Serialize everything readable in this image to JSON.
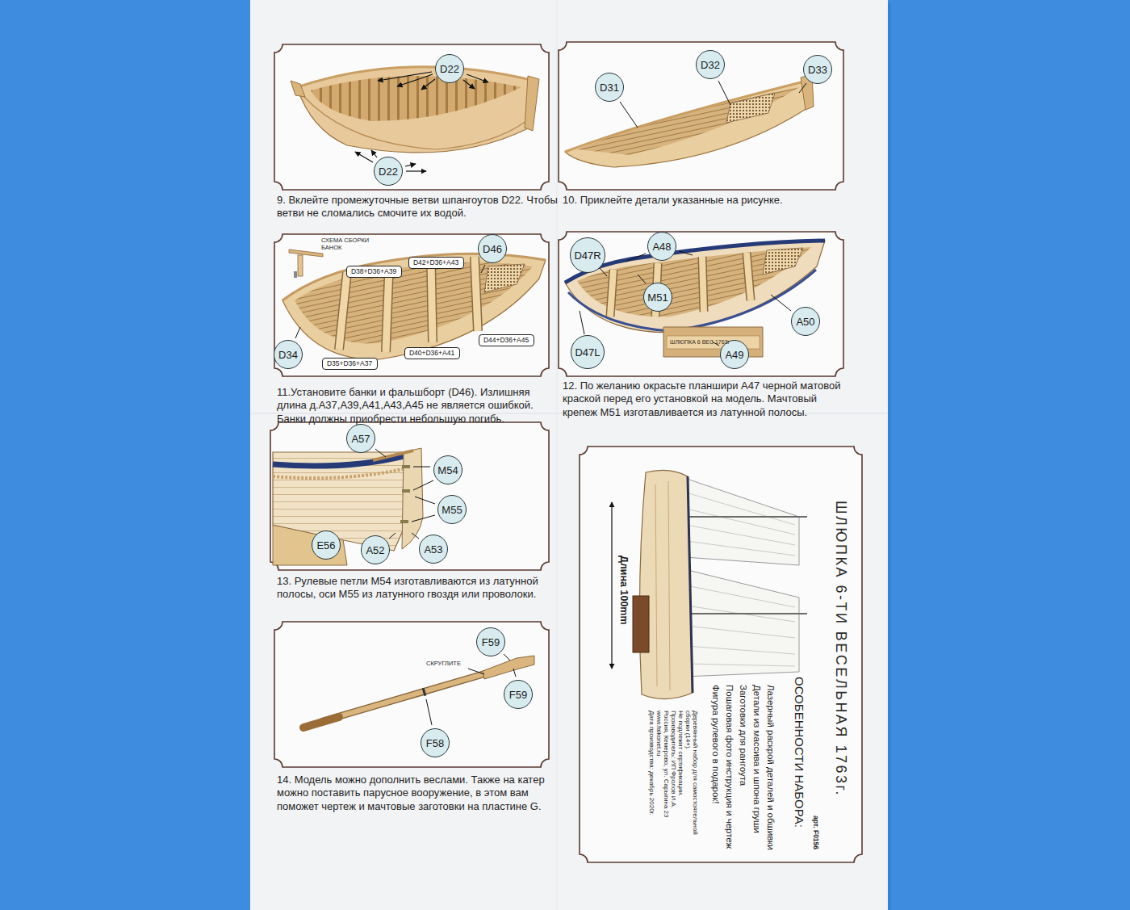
{
  "diagram": {
    "title": "ШЛЮПКА 6-ТИ ВЕСЕЛЬНАЯ 1763г.",
    "nodes": [
      {
        "text": [
          "D22"
        ]
      },
      {
        "text": [
          "D22"
        ]
      },
      {
        "text": [
          "D31"
        ]
      },
      {
        "text": [
          "D32"
        ]
      },
      {
        "text": [
          "D33"
        ]
      },
      {
        "text": [
          "D46"
        ]
      },
      {
        "text": [
          "D38+D36+A39"
        ]
      },
      {
        "text": [
          "D42+D36+A43"
        ]
      },
      {
        "text": [
          "D34"
        ]
      },
      {
        "text": [
          "D35+D36+A37"
        ]
      },
      {
        "text": [
          "D40+D36+A41"
        ]
      },
      {
        "text": [
          "D44+D36+A45"
        ]
      },
      {
        "text": [
          "D47R"
        ]
      },
      {
        "text": [
          "A48"
        ]
      },
      {
        "text": [
          "M51"
        ]
      },
      {
        "text": [
          "A50"
        ]
      },
      {
        "text": [
          "D47L"
        ]
      },
      {
        "text": [
          "A49"
        ]
      },
      {
        "text": [
          "A57"
        ]
      },
      {
        "text": [
          "M54"
        ]
      },
      {
        "text": [
          "M55"
        ]
      },
      {
        "text": [
          "E56"
        ]
      },
      {
        "text": [
          "A52"
        ]
      },
      {
        "text": [
          "A53"
        ]
      },
      {
        "text": [
          "F59"
        ]
      },
      {
        "text": [
          "F59"
        ]
      },
      {
        "text": [
          "F58"
        ]
      }
    ],
    "labels": [
      "9. Вклейте промежуточные ветви шпангоутов D22. Чтобы ветви не сломались смочите их водой.",
      "10. Приклейте детали указанные на рисунке.",
      "СХЕМА СБОРКИ БАНОК",
      "11.Установите банки и фальшборт (D46). Излишняя длина д.А37,А39,А41,А43,А45 не является ошибкой. Банки должны приобрести небольшую погибь.",
      "ШЛЮПКА 6 ВЕС 1763г",
      "12. По желанию окрасьте планшири А47 черной матовой краской перед его установкой на модель. Мачтовый крепеж М51 изготавливается из латунной полосы.",
      "13. Рулевые петли М54 изготавливаются из латунной полосы, оси М55 из латунного гвоздя или проволоки.",
      "СКРУГЛИТЕ",
      "14. Модель можно дополнить веслами. Также на катер можно поставить парусное вооружение, в этом вам поможет чертеж и мачтовые заготовки на пластине G.",
      "Длина 100mm",
      "ОСОБЕННОСТИ НАБОРА:",
      "Лазерный раскрой деталей и обшивки",
      "Детали из массива и шпона груши",
      "Заготовки для рангоута",
      "Пошаговая фото инструкция и чертеж",
      "Фигура рулевого в подарок!",
      "Деревянный набор для самостоятельной сборки (14+).",
      "Не подлежит сертификации.",
      "Производитель: ИП Фролов И.А.",
      "Россия, Кемерово, ул. Сарыгина 23",
      "www.falkonet.ru",
      "Дата производства: декабрь 2020г.",
      "арт. F0156"
    ]
  }
}
